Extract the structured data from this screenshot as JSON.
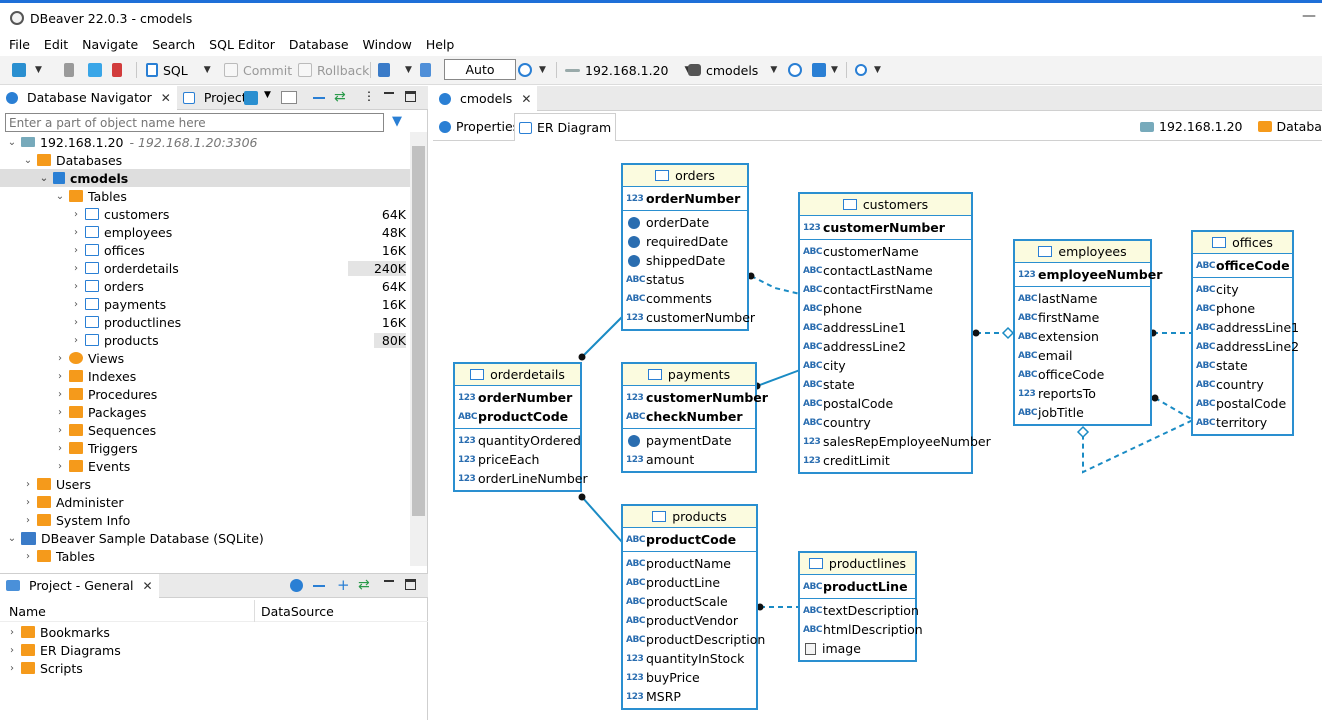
{
  "window": {
    "title": "DBeaver 22.0.3 - cmodels"
  },
  "menu": [
    "File",
    "Edit",
    "Navigate",
    "Search",
    "SQL Editor",
    "Database",
    "Window",
    "Help"
  ],
  "toolbar": {
    "sql": "SQL",
    "commit": "Commit",
    "rollback": "Rollback",
    "auto": "Auto",
    "connection": "192.168.1.20",
    "schema": "cmodels"
  },
  "navigator": {
    "tab_nav": "Database Navigator",
    "tab_projects": "Projects",
    "filter_placeholder": "Enter a part of object name here",
    "connection": "192.168.1.20",
    "connection_url": "- 192.168.1.20:3306",
    "databases": "Databases",
    "schema": "cmodels",
    "tables_label": "Tables",
    "tables": [
      {
        "name": "customers",
        "size": "64K"
      },
      {
        "name": "employees",
        "size": "48K"
      },
      {
        "name": "offices",
        "size": "16K"
      },
      {
        "name": "orderdetails",
        "size": "240K"
      },
      {
        "name": "orders",
        "size": "64K"
      },
      {
        "name": "payments",
        "size": "16K"
      },
      {
        "name": "productlines",
        "size": "16K"
      },
      {
        "name": "products",
        "size": "80K"
      }
    ],
    "folders": [
      "Views",
      "Indexes",
      "Procedures",
      "Packages",
      "Sequences",
      "Triggers",
      "Events"
    ],
    "other": [
      "Users",
      "Administer",
      "System Info"
    ],
    "sample_db": "DBeaver Sample Database (SQLite)",
    "sample_tables": "Tables"
  },
  "project": {
    "tab": "Project - General",
    "col_name": "Name",
    "col_ds": "DataSource",
    "items": [
      "Bookmarks",
      "ER Diagrams",
      "Scripts"
    ]
  },
  "editor": {
    "tab": "cmodels",
    "subtab_props": "Properties",
    "subtab_er": "ER Diagram",
    "crumb_conn": "192.168.1.20",
    "crumb_db": "Databases"
  },
  "entities": {
    "orders": {
      "title": "orders",
      "pk": [
        [
          "123",
          "orderNumber"
        ]
      ],
      "cols": [
        [
          "clock",
          "orderDate"
        ],
        [
          "clock",
          "requiredDate"
        ],
        [
          "clock",
          "shippedDate"
        ],
        [
          "ABC",
          "status"
        ],
        [
          "ABC",
          "comments"
        ],
        [
          "123",
          "customerNumber"
        ]
      ]
    },
    "customers": {
      "title": "customers",
      "pk": [
        [
          "123",
          "customerNumber"
        ]
      ],
      "cols": [
        [
          "ABC",
          "customerName"
        ],
        [
          "ABC",
          "contactLastName"
        ],
        [
          "ABC",
          "contactFirstName"
        ],
        [
          "ABC",
          "phone"
        ],
        [
          "ABC",
          "addressLine1"
        ],
        [
          "ABC",
          "addressLine2"
        ],
        [
          "ABC",
          "city"
        ],
        [
          "ABC",
          "state"
        ],
        [
          "ABC",
          "postalCode"
        ],
        [
          "ABC",
          "country"
        ],
        [
          "123",
          "salesRepEmployeeNumber"
        ],
        [
          "123",
          "creditLimit"
        ]
      ]
    },
    "employees": {
      "title": "employees",
      "pk": [
        [
          "123",
          "employeeNumber"
        ]
      ],
      "cols": [
        [
          "ABC",
          "lastName"
        ],
        [
          "ABC",
          "firstName"
        ],
        [
          "ABC",
          "extension"
        ],
        [
          "ABC",
          "email"
        ],
        [
          "ABC",
          "officeCode"
        ],
        [
          "123",
          "reportsTo"
        ],
        [
          "ABC",
          "jobTitle"
        ]
      ]
    },
    "offices": {
      "title": "offices",
      "pk": [
        [
          "ABC",
          "officeCode"
        ]
      ],
      "cols": [
        [
          "ABC",
          "city"
        ],
        [
          "ABC",
          "phone"
        ],
        [
          "ABC",
          "addressLine1"
        ],
        [
          "ABC",
          "addressLine2"
        ],
        [
          "ABC",
          "state"
        ],
        [
          "ABC",
          "country"
        ],
        [
          "ABC",
          "postalCode"
        ],
        [
          "ABC",
          "territory"
        ]
      ]
    },
    "orderdetails": {
      "title": "orderdetails",
      "pk": [
        [
          "123",
          "orderNumber"
        ],
        [
          "ABC",
          "productCode"
        ]
      ],
      "cols": [
        [
          "123",
          "quantityOrdered"
        ],
        [
          "123",
          "priceEach"
        ],
        [
          "123",
          "orderLineNumber"
        ]
      ]
    },
    "payments": {
      "title": "payments",
      "pk": [
        [
          "123",
          "customerNumber"
        ],
        [
          "ABC",
          "checkNumber"
        ]
      ],
      "cols": [
        [
          "clock",
          "paymentDate"
        ],
        [
          "123",
          "amount"
        ]
      ]
    },
    "products": {
      "title": "products",
      "pk": [
        [
          "ABC",
          "productCode"
        ]
      ],
      "cols": [
        [
          "ABC",
          "productName"
        ],
        [
          "ABC",
          "productLine"
        ],
        [
          "ABC",
          "productScale"
        ],
        [
          "ABC",
          "productVendor"
        ],
        [
          "ABC",
          "productDescription"
        ],
        [
          "123",
          "quantityInStock"
        ],
        [
          "123",
          "buyPrice"
        ],
        [
          "123",
          "MSRP"
        ]
      ]
    },
    "productlines": {
      "title": "productlines",
      "pk": [
        [
          "ABC",
          "productLine"
        ]
      ],
      "cols": [
        [
          "ABC",
          "textDescription"
        ],
        [
          "ABC",
          "htmlDescription"
        ],
        [
          "img",
          "image"
        ]
      ]
    }
  }
}
